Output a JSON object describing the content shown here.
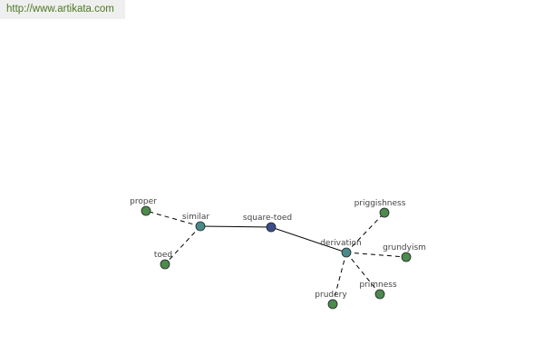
{
  "header": {
    "url": "http://www.artikata.com"
  },
  "graph": {
    "center": {
      "label": "square-toed",
      "color": "#3d4d8a"
    },
    "hubs": [
      {
        "label": "similar",
        "color": "#4a8a8a"
      },
      {
        "label": "derivation",
        "color": "#4a8a8a"
      }
    ],
    "leaves": [
      {
        "label": "proper",
        "hub": "similar",
        "color": "#4d8a4d"
      },
      {
        "label": "toed",
        "hub": "similar",
        "color": "#4d8a4d"
      },
      {
        "label": "priggishness",
        "hub": "derivation",
        "color": "#4d8a4d"
      },
      {
        "label": "grundyism",
        "hub": "derivation",
        "color": "#4d8a4d"
      },
      {
        "label": "primness",
        "hub": "derivation",
        "color": "#4d8a4d"
      },
      {
        "label": "prudery",
        "hub": "derivation",
        "color": "#4d8a4d"
      }
    ]
  }
}
